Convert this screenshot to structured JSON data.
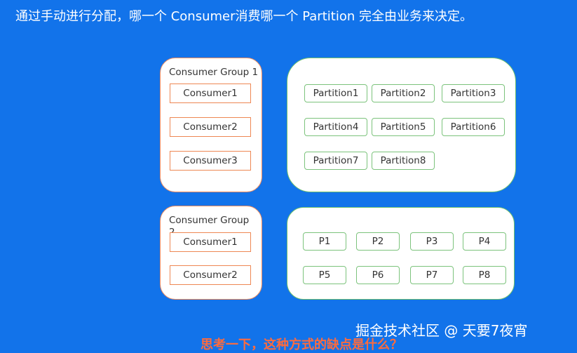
{
  "heading": "通过手动进行分配，哪一个 Consumer消费哪一个 Partition 完全由业务来决定。",
  "group1": {
    "title": "Consumer Group 1",
    "consumers": [
      "Consumer1",
      "Consumer2",
      "Consumer3"
    ],
    "partitions": [
      "Partition1",
      "Partition2",
      "Partition3",
      "Partition4",
      "Partition5",
      "Partition6",
      "Partition7",
      "Partition8"
    ]
  },
  "group2": {
    "title": "Consumer Group 2",
    "consumers": [
      "Consumer1",
      "Consumer2"
    ],
    "partitions": [
      "P1",
      "P2",
      "P3",
      "P4",
      "P5",
      "P6",
      "P7",
      "P8"
    ]
  },
  "watermark": "掘金技术社区 @ 天要7夜宵",
  "question": "思考一下，这种方式的缺点是什么？",
  "colors": {
    "background": "#1273ea",
    "consumer_border": "#ee8753",
    "partition_border": "#7cc37c",
    "question_text": "#ff6b3d"
  }
}
